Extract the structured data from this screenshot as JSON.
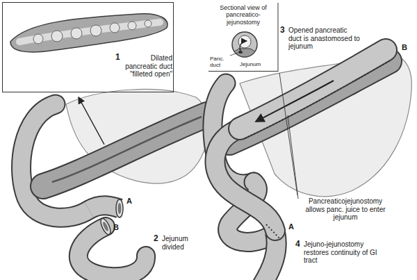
{
  "diagram": {
    "nodes": [
      {
        "text": [
          "1",
          "Dilated pancreatic duct \"filleted open\""
        ]
      },
      {
        "text": [
          "Sectional view of pancreatico-jejunostomy",
          "Panc. duct",
          "Jejunum"
        ]
      }
    ],
    "labels": [
      "A",
      "B",
      "2",
      "Jejunum divided",
      "3",
      "Opened pancreatic duct is anastomosed to jejunum",
      "B",
      "Pancreaticojejunostomy allows panc. juice to enter jejunum",
      "A",
      "4",
      "Jejuno-jejunostomy restores continuity of GI tract"
    ]
  }
}
